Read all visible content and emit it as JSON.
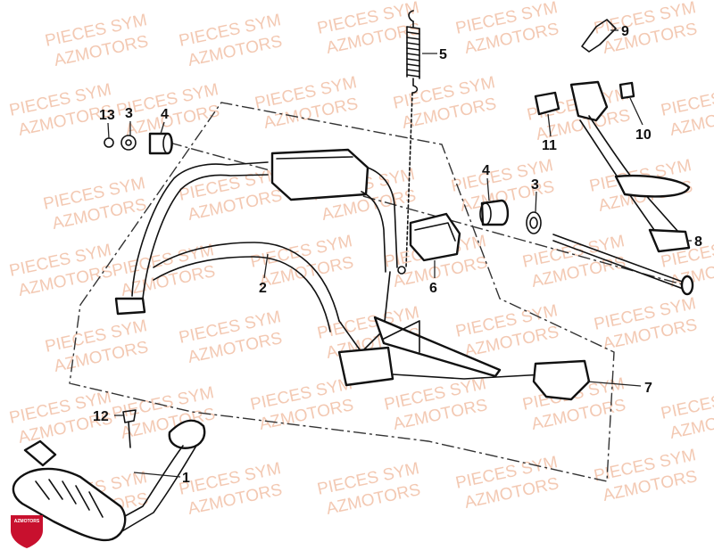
{
  "watermark": {
    "line1": "PIECES SYM",
    "line2": "AZMOTORS",
    "color": "#f3c9b3"
  },
  "callouts": [
    {
      "id": "1",
      "label": "1"
    },
    {
      "id": "2",
      "label": "2"
    },
    {
      "id": "3a",
      "label": "3"
    },
    {
      "id": "3b",
      "label": "3"
    },
    {
      "id": "4a",
      "label": "4"
    },
    {
      "id": "4b",
      "label": "4"
    },
    {
      "id": "5",
      "label": "5"
    },
    {
      "id": "6",
      "label": "6"
    },
    {
      "id": "7",
      "label": "7"
    },
    {
      "id": "8",
      "label": "8"
    },
    {
      "id": "9",
      "label": "9"
    },
    {
      "id": "10",
      "label": "10"
    },
    {
      "id": "11",
      "label": "11"
    },
    {
      "id": "12",
      "label": "12"
    },
    {
      "id": "13",
      "label": "13"
    }
  ],
  "logo": {
    "text": "AZMOTORS",
    "color": "#c8102e"
  }
}
